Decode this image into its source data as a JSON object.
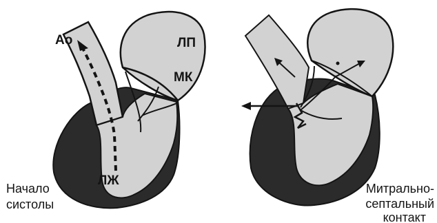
{
  "left_panel": {
    "labels": {
      "aorta": "Ао",
      "left_atrium": "ЛП",
      "mitral_valve": "МК",
      "left_ventricle": "ЛЖ"
    },
    "caption": [
      "Начало",
      "систолы"
    ]
  },
  "right_panel": {
    "caption": [
      "Митрально-",
      "септальный",
      "контакт"
    ]
  },
  "colors": {
    "myocardium": "#2b2b2b",
    "chamber": "#d2d2d2",
    "outline": "#141414",
    "background": "#ffffff"
  }
}
